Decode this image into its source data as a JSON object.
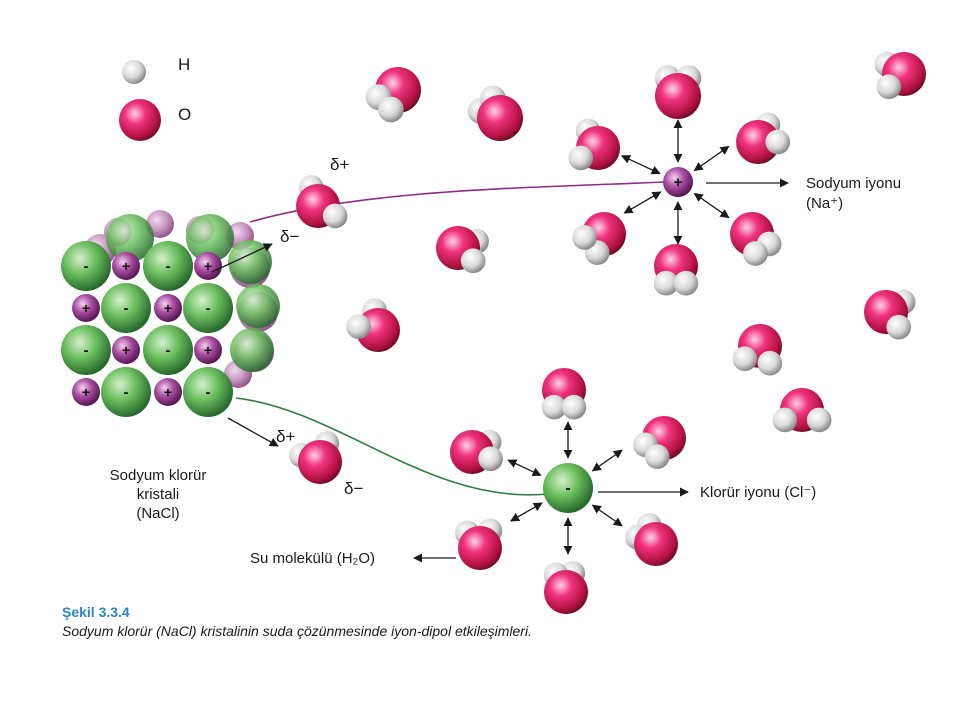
{
  "legend": {
    "h_label": "H",
    "o_label": "O"
  },
  "labels": {
    "sodium_ion": "Sodyum iyonu",
    "sodium_formula": "(Na⁺)",
    "chloride_ion": "Klorür iyonu (Cl⁻)",
    "crystal_line1": "Sodyum klorür",
    "crystal_line2": "kristali",
    "crystal_line3": "(NaCl)",
    "water_molecule": "Su molekülü (H₂O)",
    "delta_plus": "δ+",
    "delta_minus": "δ−",
    "plus_sign": "+",
    "minus_sign": "-"
  },
  "caption": {
    "title": "Şekil 3.3.4",
    "text": "Sodyum klorür (NaCl) kristalinin suda çözünmesinde iyon-dipol etkileşimleri."
  },
  "colors": {
    "oxygen": "#d4145a",
    "hydrogen": "#dcdcdc",
    "sodium": "#8e2c86",
    "chloride": "#3f9a45",
    "caption_title": "#2c86c6"
  }
}
